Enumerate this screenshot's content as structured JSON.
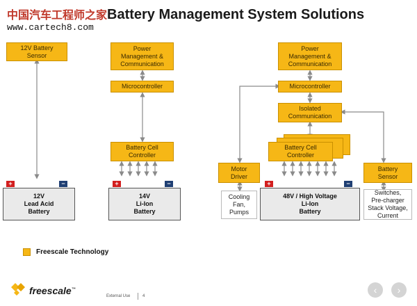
{
  "header": {
    "watermark": "中国汽车工程师之家",
    "title": "Battery Management System Solutions",
    "url": "www.cartech8.com"
  },
  "diagram1": {
    "sensor": "12V Battery\nSensor",
    "battery": "12V\nLead Acid\nBattery",
    "pos_terminal": "+",
    "neg_terminal": "−"
  },
  "diagram2": {
    "pmc": "Power\nManagement &\nCommunication",
    "mcu": "Microcontroller",
    "bcc": "Battery Cell\nController",
    "battery": "14V\nLi-Ion\nBattery",
    "pos_terminal": "+",
    "neg_terminal": "−"
  },
  "diagram3": {
    "pmc": "Power\nManagement &\nCommunication",
    "mcu": "Microcontroller",
    "isolated": "Isolated\nCommunication",
    "bcc": "Battery Cell\nController",
    "motor_driver": "Motor\nDriver",
    "battery_sensor": "Battery\nSensor",
    "battery": "48V / High Voltage\nLi-Ion\nBattery",
    "loads": "Cooling\nFan,\nPumps",
    "sensor_outputs": "Switches,\nPre-charger\nStack Voltage,\nCurrent",
    "pos_terminal": "+",
    "neg_terminal": "−"
  },
  "legend": {
    "label": "Freescale Technology",
    "color": "#f6b716"
  },
  "footer": {
    "logo": "freescale",
    "trademark": "™",
    "classification": "External Use",
    "page_number": "4",
    "prev_icon": "‹",
    "next_icon": "›"
  }
}
